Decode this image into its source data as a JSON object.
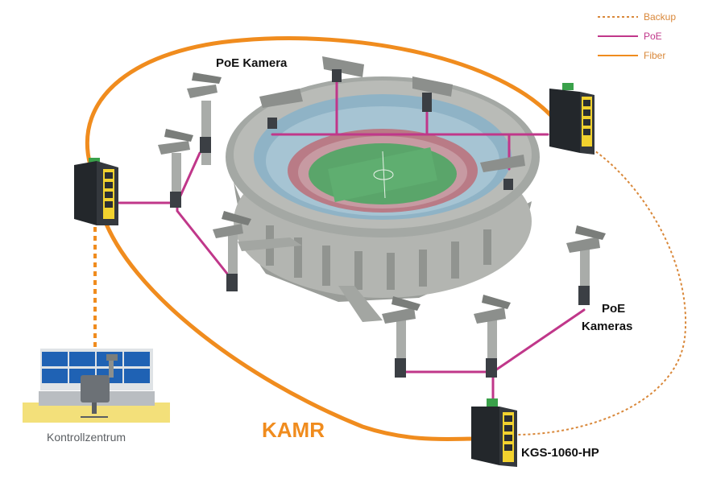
{
  "legend": {
    "items": [
      {
        "label": "Backup",
        "style": "dashed",
        "color": "#d9883a"
      },
      {
        "label": "PoE",
        "style": "solid",
        "color": "#c0378a"
      },
      {
        "label": "Fiber",
        "style": "solid",
        "color": "#f08c1e"
      }
    ]
  },
  "labels": {
    "poe_kamera": "PoE Kamera",
    "poe_kameras_line1": "PoE",
    "poe_kameras_line2": "Kameras",
    "ring_name": "KAMR",
    "switch_model": "KGS-1060-HP",
    "control_center": "Kontrollzentrum"
  },
  "colors": {
    "fiber": "#f08c1e",
    "poe": "#c0378a",
    "backup": "#d9883a",
    "kamr_text": "#f08c1e",
    "switch_body": "#2a2e33",
    "switch_accent": "#f2d22e",
    "switch_led": "#2fbf4a",
    "stadium_outer": "#a9aca8",
    "stadium_stands": "#8fb3c6",
    "track": "#b97b86",
    "field": "#5aa56a",
    "monitor": "#1f62b4",
    "desk": "#f3e07a"
  }
}
